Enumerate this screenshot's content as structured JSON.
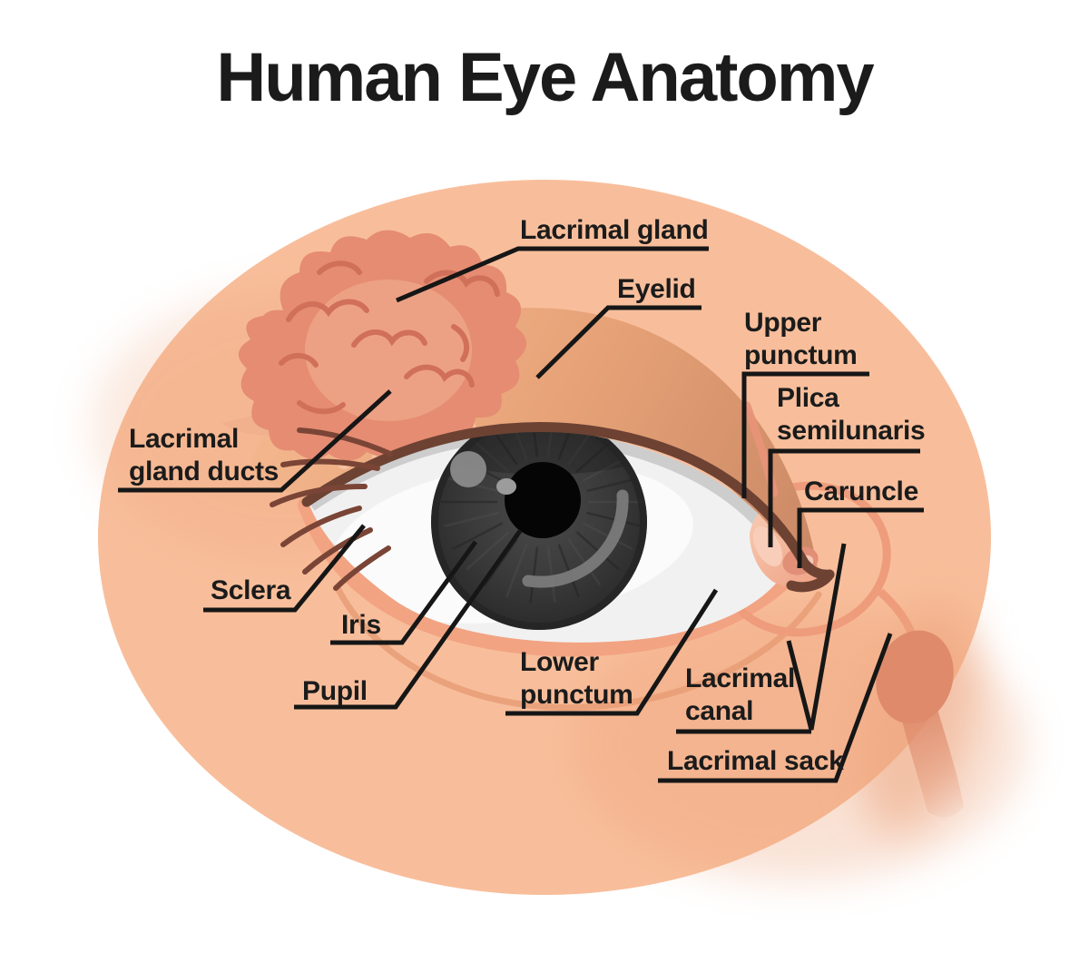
{
  "title": "Human Eye Anatomy",
  "labels": {
    "lacrimal_gland": {
      "text": "Lacrimal gland"
    },
    "eyelid": {
      "text": "Eyelid"
    },
    "upper_punctum": {
      "lines": [
        "Upper",
        "punctum"
      ]
    },
    "plica_semilunaris": {
      "lines": [
        "Plica",
        "semilunaris"
      ]
    },
    "caruncle": {
      "text": "Caruncle"
    },
    "lacrimal_gland_ducts": {
      "lines": [
        "Lacrimal",
        "gland ducts"
      ]
    },
    "sclera": {
      "text": "Sclera"
    },
    "iris": {
      "text": "Iris"
    },
    "pupil": {
      "text": "Pupil"
    },
    "lower_punctum": {
      "lines": [
        "Lower",
        "punctum"
      ]
    },
    "lacrimal_canal": {
      "lines": [
        "Lacrimal",
        "canal"
      ]
    },
    "lacrimal_sack": {
      "text": "Lacrimal sack"
    }
  },
  "colors": {
    "background": "#FFFFFF",
    "skin": "#F8BE9B",
    "skin_shade": "#ECA077",
    "eyelid": "#E7A277",
    "lid_margin": "#6D4233",
    "sclera": "#F1F1F1",
    "sclera_shadow": "#C7C7C7",
    "iris": "#3A3A3A",
    "pupil": "#050505",
    "gland": "#E58C72",
    "gland_inner": "#EDA184",
    "gland_ducts": "#F5C19E",
    "canal": "#EE9C7B",
    "lacrimal_sack": "#DE8A6B",
    "lower_lid_band": "#F2A382",
    "annotation_line": "#161616",
    "label_text": "#1B1B1B"
  }
}
